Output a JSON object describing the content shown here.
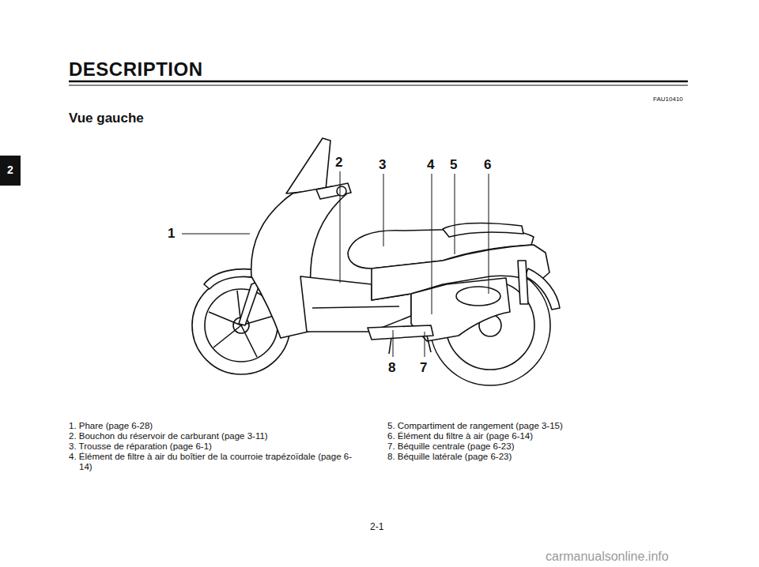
{
  "diagram": {
    "title": "DESCRIPTION",
    "labels": [
      "FAU10410",
      "Vue gauche",
      "2",
      "1",
      "2",
      "3",
      "4",
      "5",
      "6",
      "8",
      "7",
      "1. Phare (page 6-28)",
      "2. Bouchon du réservoir de carburant (page 3-11)",
      "3. Trousse de réparation (page 6-1)",
      "4. Élément de filtre à air du boîtier de la courroie trapézoïdale (page 6-14)",
      "5. Compartiment de rangement (page 3-15)",
      "6. Élément du filtre à air (page 6-14)",
      "7. Béquille centrale (page 6-23)",
      "8. Béquille latérale (page 6-23)",
      "2-1",
      "carmanualsonline.info"
    ]
  }
}
